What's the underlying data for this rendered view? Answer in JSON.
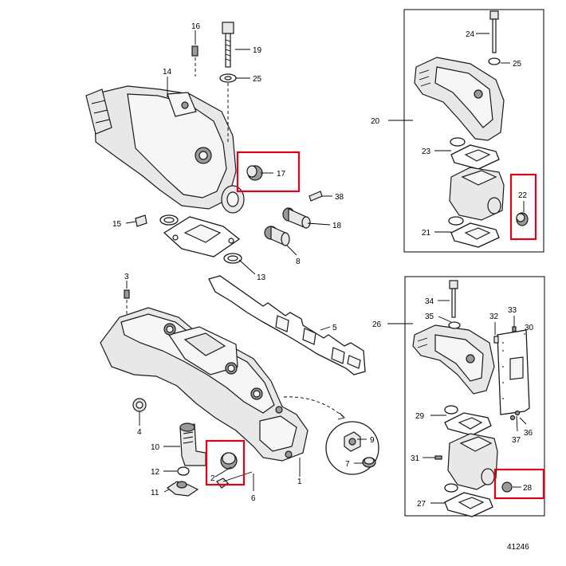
{
  "diagram": {
    "figure_number": "41246",
    "callouts": {
      "c1": "1",
      "c2": "2",
      "c3": "3",
      "c4": "4",
      "c5": "5",
      "c6": "6",
      "c7": "7",
      "c8": "8",
      "c9": "9",
      "c10": "10",
      "c11": "11",
      "c12": "12",
      "c13": "13",
      "c14": "14",
      "c15": "15",
      "c16": "16",
      "c17": "17",
      "c18": "18",
      "c19": "19",
      "c20": "20",
      "c21": "21",
      "c22": "22",
      "c23": "23",
      "c24": "24",
      "c25a": "25",
      "c25b": "25",
      "c26": "26",
      "c27": "27",
      "c28": "28",
      "c29": "29",
      "c30": "30",
      "c31": "31",
      "c32": "32",
      "c33": "33",
      "c34": "34",
      "c35": "35",
      "c36": "36",
      "c37": "37",
      "c38": "38"
    },
    "highlighted_parts": [
      "17",
      "22",
      "2",
      "28"
    ],
    "highlight_color": "#e0001a"
  }
}
